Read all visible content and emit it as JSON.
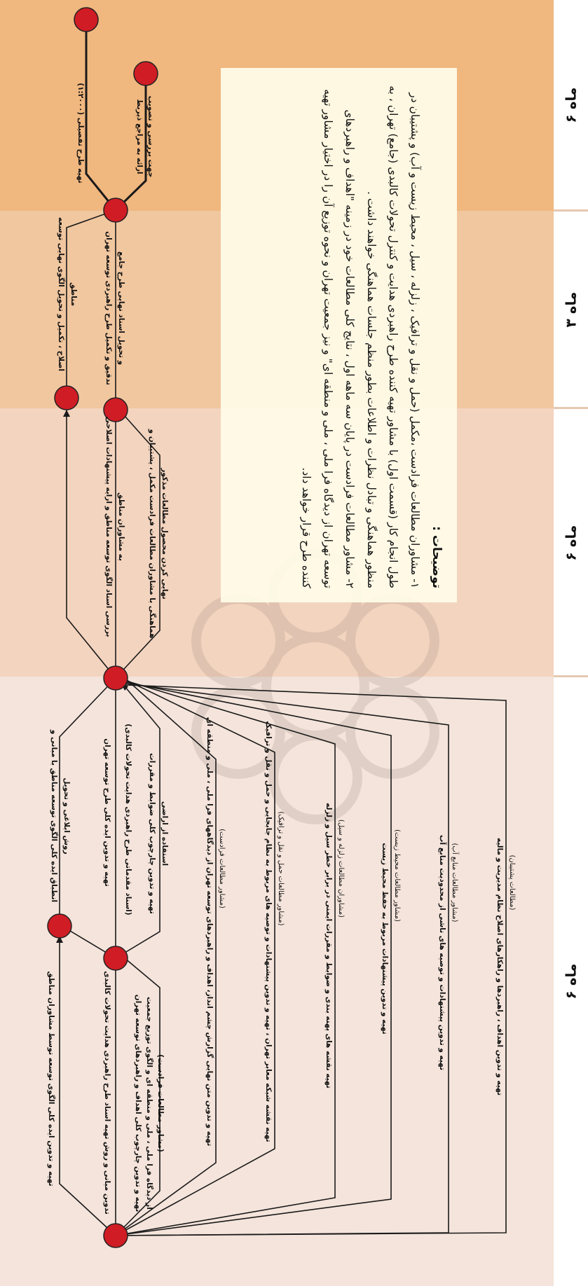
{
  "phases": [
    {
      "duration": "۶ ماه"
    },
    {
      "duration": "۳ ماه"
    },
    {
      "duration": "۶ ماه"
    },
    {
      "duration": "۶ ماه"
    }
  ],
  "stage1": {
    "upper_label": "تهیه و تدوین ایده کلی الگوی توسعه توسط مشاوران مناطق",
    "middle_label": "تدوین مبانی و روش تهیه اسناد طرح راهبردی هدایت تحولات کالبدی",
    "framework_label_1": "تهیه و تدوین چارچوب کلی اهداف و راهبردهای توسعه تهران",
    "framework_label_2": "از دیدگاه فرا ملی ، ملی و منطقه ای و الگوی توزیع جمعیت",
    "framework_label_3": "(مشاور مطالعات فرادست)"
  },
  "stage2": {
    "top_label_1": "انطباق ایده کلی الگوی توسعه مناطق با مبانی و",
    "top_label_2": "روش ابلاغی و تحویل",
    "middle_label_1": "تهیه و تدوین ایده کلی طرح توسعه تهران",
    "middle_label_2": "(اسناد مقدماتی طرح راهبردی هدایت تحولات کالبدی)",
    "criteria_label_1": "تهیه و تدوین چارچوب کلی ضوابط و مقررات",
    "criteria_label_2": "استفاده از اراضی",
    "studies": [
      {
        "title": "تهیه و تدوین متن نهایی گزارش چشم انداز، اهداف و راهبردهای توسعه تهران از دیدگاههای فرا ملی ، ملی و منطقه ای",
        "consultant": "(مشاور مطالعات فرادست)"
      },
      {
        "title": "تهیه نقشه شبکه معابر تهران ، تهیه و تدوین پیشنهادات و توصیه های مربوط به نظام جابجایی و حمل و نقل و ترافیک",
        "consultant": "(مشاور مطالعات حمل و نقل و ترافیک)"
      },
      {
        "title": "تهیه نقشه های پهنه بندی و ضوابط و مقررات ایمنی در برابر خطر سیل و زلزله",
        "consultant": "(مشاوران مطالعات زلزله و سیل)"
      },
      {
        "title": "تهیه و تدوین پیشنهادات مربوط به حفظ محیط زیست",
        "consultant": "(مشاور مطالعات محیط زیست)"
      },
      {
        "title": "تهیه و تدوین پیشنهادات و توصیه های ناشی از محدودیت منابع آب",
        "consultant": "(مشاور مطالعات منابع آب)"
      },
      {
        "title": "تهیه و تدوین اهداف ، راهبردها و راهکارهای اصلاح نظام مدیریت و مالیه",
        "consultant": "(مطالعات پشتیبان)"
      }
    ]
  },
  "stage3": {
    "review_label_1": "بررسی اسناد الگوی توسعه مناطق و ارایه پیشنهادات اصلاحی",
    "review_label_2": "به مشاوران مناطق",
    "coord_label_1": "هماهنگی با مشاوران مطالعات فرادست مکمل ، پشتیبان و",
    "coord_label_2": "نهایی کردن محصول مطالعات مذکور"
  },
  "stage4": {
    "fix_label_1": "اصلاح ، تکمیل و تحویل الگوی نهایی توسعه",
    "fix_label_2": "مناطق",
    "final_label_1": "تدقیق و تکمیل طرح راهبردی توسعه تهران",
    "final_label_2": "و تحویل اسناد نهایی طرح جامع"
  },
  "stage5": {
    "detail_label": "تهیه طرح تفصیلی (۱:۲۰۰۰)",
    "approval_label_1": "ارائه به مراجع ذیربط",
    "approval_label_2": "جهت بررسی و تصویب"
  },
  "notes": {
    "title": "توضیحات :",
    "items": [
      "۱- مشاوران مطالعات فرادست ،مکمل (حمل و نقل و ترافیک ، زلزله ، سیل ، محیط زیست و آب) و پشتیبان در طول انجام کار (قسمت اول) با مشاور تهیه کننده طرح راهبردی هدایت و کنترل تحولات کالبدی (جامع) تهران ، به منظور هماهنگی و تبادل نظرات و اطلاعات بطور منظم جلسات هماهنگی خواهند داشت .",
      "۲- مشاور مطالعات فرادست در پایان سه ماهه اول ، نتایج کلی مطالعات خود در زمینه \"اهداف و راهبردهای توسعه تهران از دیدگاه فرا ملی ، ملی و منطقه ای\" و نیز جمعیت تهران و نحوه توزیع آن را در اختیار مشاور تهیه کننده طرح قرار خواهد داد."
    ]
  },
  "colors": {
    "node": "#d01c24",
    "node_stroke": "#222222",
    "line": "#1a1a1a"
  }
}
